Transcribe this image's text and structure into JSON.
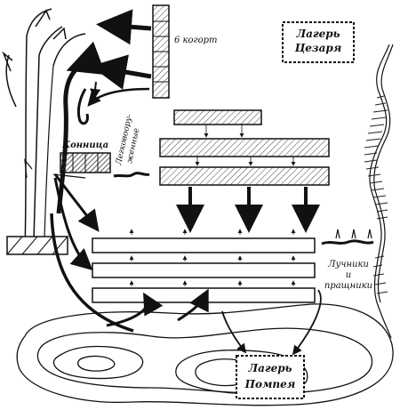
{
  "map": {
    "labels": {
      "cohorts": "6 когорт",
      "caesar_camp_line1": "Лагерь",
      "caesar_camp_line2": "Цезаря",
      "cavalry": "Конница",
      "light_infantry_line1": "Легковоору-",
      "light_infantry_line2": "женные",
      "archers_line1": "Лучники",
      "archers_line2": "и",
      "archers_line3": "пращники",
      "pompey_camp_line1": "Лагерь",
      "pompey_camp_line2": "Помпея"
    },
    "colors": {
      "ink": "#111111",
      "paper": "#ffffff",
      "hatch": "#333333"
    }
  }
}
